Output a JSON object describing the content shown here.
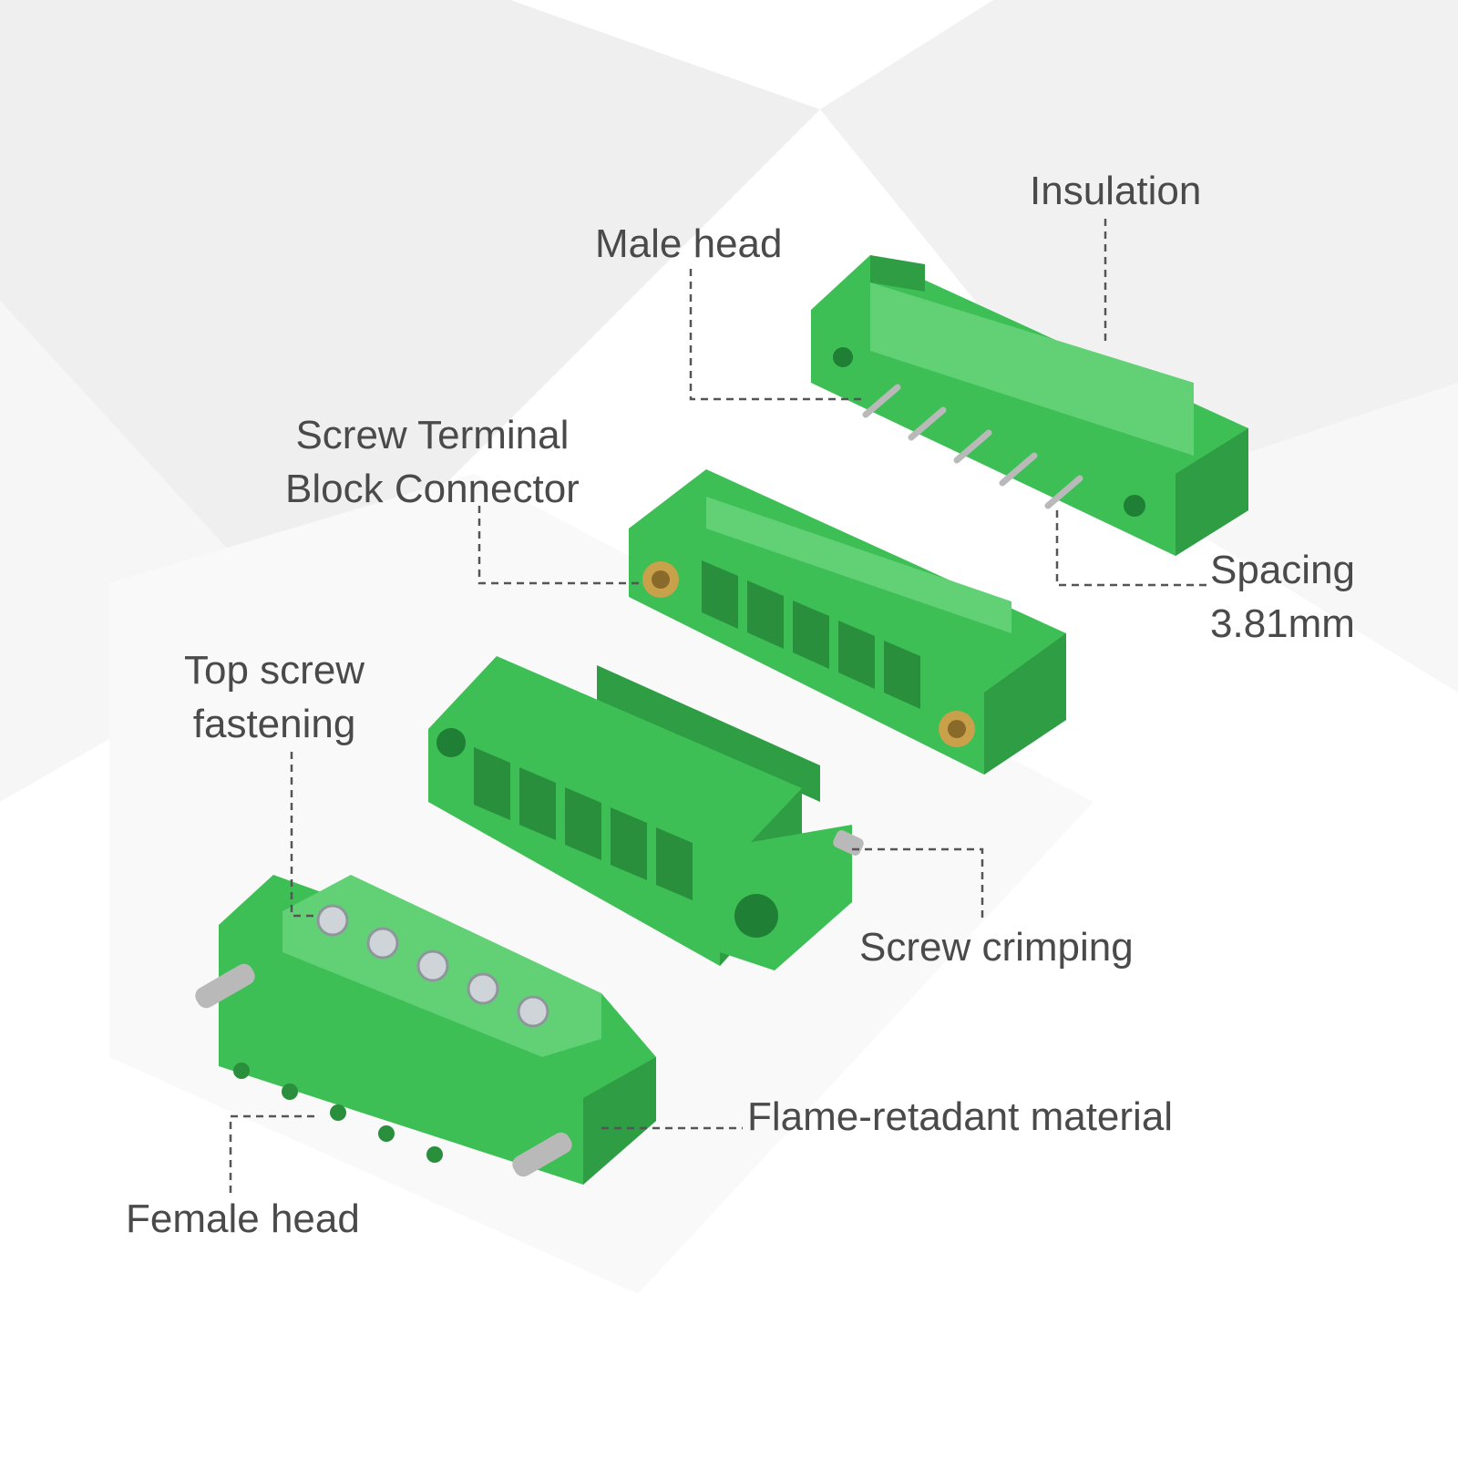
{
  "colors": {
    "plastic": "#3dbf55",
    "plastic_dark": "#2e9d43",
    "plastic_light": "#62d176",
    "metal": "#b9b9b9",
    "brass": "#c9a14a",
    "label_text": "#4a4a4a",
    "leader_line": "#555555"
  },
  "labels": {
    "insulation": "Insulation",
    "male_head": "Male head",
    "screw_terminal": [
      "Screw Terminal",
      "Block Connector"
    ],
    "spacing": [
      "Spacing",
      "3.81mm"
    ],
    "top_screw": [
      "Top screw",
      "fastening"
    ],
    "screw_crimping": "Screw crimping",
    "flame_retardant": "Flame-retadant material",
    "female_head": "Female head"
  }
}
